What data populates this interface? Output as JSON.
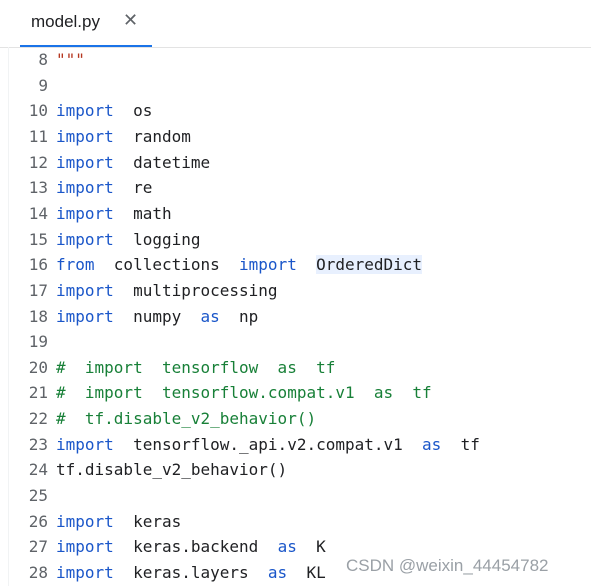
{
  "tab": {
    "title": "model.py",
    "close_glyph": "✕"
  },
  "code": {
    "lines": [
      {
        "num": "8",
        "tokens": [
          {
            "t": "\"\"\"",
            "k": "str"
          }
        ]
      },
      {
        "num": "9",
        "tokens": []
      },
      {
        "num": "10",
        "tokens": [
          {
            "t": "import",
            "k": "kw"
          },
          {
            "t": "  os",
            "k": ""
          }
        ]
      },
      {
        "num": "11",
        "tokens": [
          {
            "t": "import",
            "k": "kw"
          },
          {
            "t": "  random",
            "k": ""
          }
        ]
      },
      {
        "num": "12",
        "tokens": [
          {
            "t": "import",
            "k": "kw"
          },
          {
            "t": "  datetime",
            "k": ""
          }
        ]
      },
      {
        "num": "13",
        "tokens": [
          {
            "t": "import",
            "k": "kw"
          },
          {
            "t": "  re",
            "k": ""
          }
        ]
      },
      {
        "num": "14",
        "tokens": [
          {
            "t": "import",
            "k": "kw"
          },
          {
            "t": "  math",
            "k": ""
          }
        ]
      },
      {
        "num": "15",
        "tokens": [
          {
            "t": "import",
            "k": "kw"
          },
          {
            "t": "  logging",
            "k": ""
          }
        ]
      },
      {
        "num": "16",
        "tokens": [
          {
            "t": "from",
            "k": "kw"
          },
          {
            "t": "  collections  ",
            "k": ""
          },
          {
            "t": "import",
            "k": "kw"
          },
          {
            "t": "  ",
            "k": ""
          },
          {
            "t": "OrderedDict",
            "k": "hl"
          }
        ]
      },
      {
        "num": "17",
        "tokens": [
          {
            "t": "import",
            "k": "kw"
          },
          {
            "t": "  multiprocessing",
            "k": ""
          }
        ]
      },
      {
        "num": "18",
        "tokens": [
          {
            "t": "import",
            "k": "kw"
          },
          {
            "t": "  numpy  ",
            "k": ""
          },
          {
            "t": "as",
            "k": "kw"
          },
          {
            "t": "  np",
            "k": ""
          }
        ]
      },
      {
        "num": "19",
        "tokens": []
      },
      {
        "num": "20",
        "tokens": [
          {
            "t": "#  import  tensorflow  as  tf",
            "k": "cm"
          }
        ]
      },
      {
        "num": "21",
        "tokens": [
          {
            "t": "#  import  tensorflow.compat.v1  as  tf",
            "k": "cm"
          }
        ]
      },
      {
        "num": "22",
        "tokens": [
          {
            "t": "#  tf.disable_v2_behavior()",
            "k": "cm"
          }
        ]
      },
      {
        "num": "23",
        "tokens": [
          {
            "t": "import",
            "k": "kw"
          },
          {
            "t": "  tensorflow._api.v2.compat.v1  ",
            "k": ""
          },
          {
            "t": "as",
            "k": "kw"
          },
          {
            "t": "  tf",
            "k": ""
          }
        ]
      },
      {
        "num": "24",
        "tokens": [
          {
            "t": "tf.disable_v2_behavior()",
            "k": ""
          }
        ]
      },
      {
        "num": "25",
        "tokens": []
      },
      {
        "num": "26",
        "tokens": [
          {
            "t": "import",
            "k": "kw"
          },
          {
            "t": "  keras",
            "k": ""
          }
        ]
      },
      {
        "num": "27",
        "tokens": [
          {
            "t": "import",
            "k": "kw"
          },
          {
            "t": "  keras.backend  ",
            "k": ""
          },
          {
            "t": "as",
            "k": "kw"
          },
          {
            "t": "  K",
            "k": ""
          }
        ]
      },
      {
        "num": "28",
        "tokens": [
          {
            "t": "import",
            "k": "kw"
          },
          {
            "t": "  keras.layers  ",
            "k": ""
          },
          {
            "t": "as",
            "k": "kw"
          },
          {
            "t": "  KL",
            "k": ""
          }
        ]
      }
    ]
  },
  "watermark": "CSDN @weixin_44454782"
}
